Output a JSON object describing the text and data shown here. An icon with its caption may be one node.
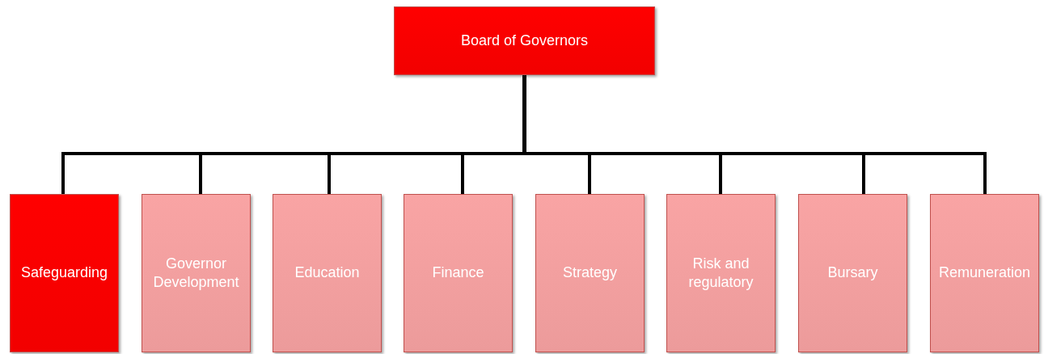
{
  "diagram": {
    "nodes": [
      {
        "text": [
          "Board of Governors"
        ]
      },
      {
        "text": [
          "Safeguarding"
        ]
      },
      {
        "text": [
          "Governor Development"
        ]
      },
      {
        "text": [
          "Education"
        ]
      },
      {
        "text": [
          "Finance"
        ]
      },
      {
        "text": [
          "Strategy"
        ]
      },
      {
        "text": [
          "Risk and regulatory"
        ]
      },
      {
        "text": [
          "Bursary"
        ]
      },
      {
        "text": [
          "Remuneration"
        ]
      }
    ],
    "edges": [
      {
        "from": 0,
        "to": 1,
        "arrow": "none"
      },
      {
        "from": 0,
        "to": 2,
        "arrow": "none"
      },
      {
        "from": 0,
        "to": 3,
        "arrow": "none"
      },
      {
        "from": 0,
        "to": 4,
        "arrow": "none"
      },
      {
        "from": 0,
        "to": 5,
        "arrow": "none"
      },
      {
        "from": 0,
        "to": 6,
        "arrow": "none"
      },
      {
        "from": 0,
        "to": 7,
        "arrow": "none"
      },
      {
        "from": 0,
        "to": 8,
        "arrow": "none"
      }
    ]
  }
}
